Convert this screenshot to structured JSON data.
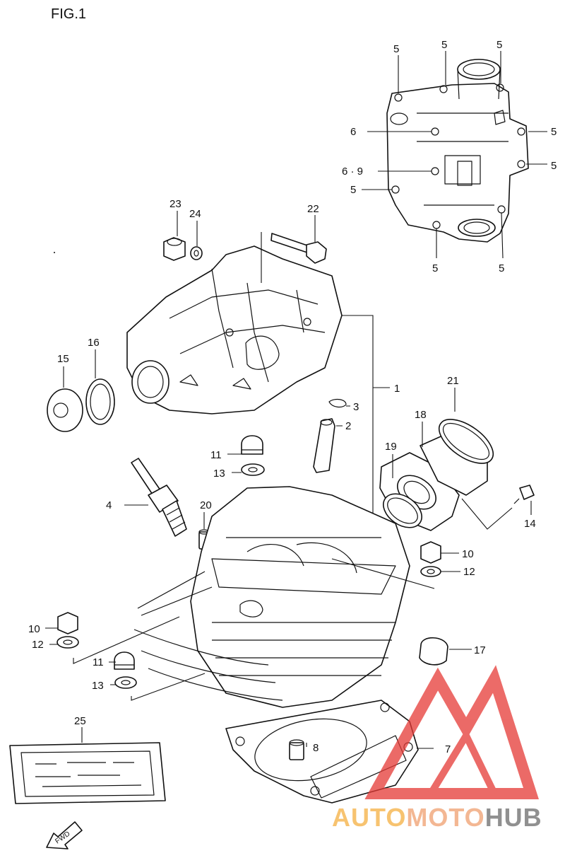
{
  "figure": {
    "title": "FIG.1"
  },
  "callouts": [
    {
      "id": "c-5a",
      "text": "5"
    },
    {
      "id": "c-5b",
      "text": "5"
    },
    {
      "id": "c-5c",
      "text": "5"
    },
    {
      "id": "c-6",
      "text": "6"
    },
    {
      "id": "c-5d",
      "text": "5"
    },
    {
      "id": "c-69",
      "text": "6 · 9"
    },
    {
      "id": "c-5e",
      "text": "5"
    },
    {
      "id": "c-5f",
      "text": "5"
    },
    {
      "id": "c-5g",
      "text": "5"
    },
    {
      "id": "c-5h",
      "text": "5"
    },
    {
      "id": "c-23",
      "text": "23"
    },
    {
      "id": "c-24",
      "text": "24"
    },
    {
      "id": "c-22",
      "text": "22"
    },
    {
      "id": "c-15",
      "text": "15"
    },
    {
      "id": "c-16",
      "text": "16"
    },
    {
      "id": "c-1",
      "text": "1"
    },
    {
      "id": "c-3",
      "text": "3"
    },
    {
      "id": "c-2",
      "text": "2"
    },
    {
      "id": "c-21",
      "text": "21"
    },
    {
      "id": "c-18",
      "text": "18"
    },
    {
      "id": "c-19",
      "text": "19"
    },
    {
      "id": "c-11a",
      "text": "11"
    },
    {
      "id": "c-13a",
      "text": "13"
    },
    {
      "id": "c-14",
      "text": "14"
    },
    {
      "id": "c-4",
      "text": "4"
    },
    {
      "id": "c-20",
      "text": "20"
    },
    {
      "id": "c-10a",
      "text": "10"
    },
    {
      "id": "c-12a",
      "text": "12"
    },
    {
      "id": "c-10b",
      "text": "10"
    },
    {
      "id": "c-12b",
      "text": "12"
    },
    {
      "id": "c-17",
      "text": "17"
    },
    {
      "id": "c-11b",
      "text": "11"
    },
    {
      "id": "c-13b",
      "text": "13"
    },
    {
      "id": "c-25",
      "text": "25"
    },
    {
      "id": "c-8",
      "text": "8"
    },
    {
      "id": "c-7",
      "text": "7"
    }
  ],
  "fwd_arrow": {
    "label": "FWD"
  },
  "watermark": {
    "brand_parts": [
      "AUTO",
      "MOTO",
      "HUB"
    ],
    "colors": {
      "logo": "#e53935",
      "auto": "#f5b041",
      "moto": "#f0a070",
      "hub": "#6b6b6b"
    }
  }
}
